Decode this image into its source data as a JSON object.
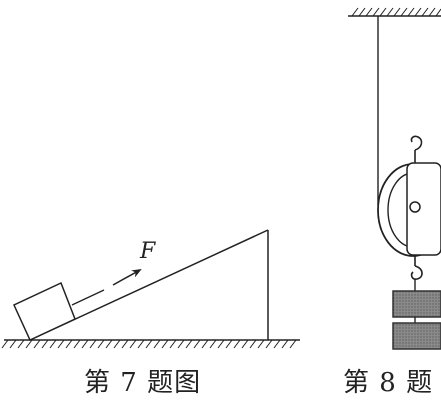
{
  "figure7": {
    "force_label": "F",
    "caption": "第 7 题图"
  },
  "figure8": {
    "caption": "第 8 题"
  }
}
